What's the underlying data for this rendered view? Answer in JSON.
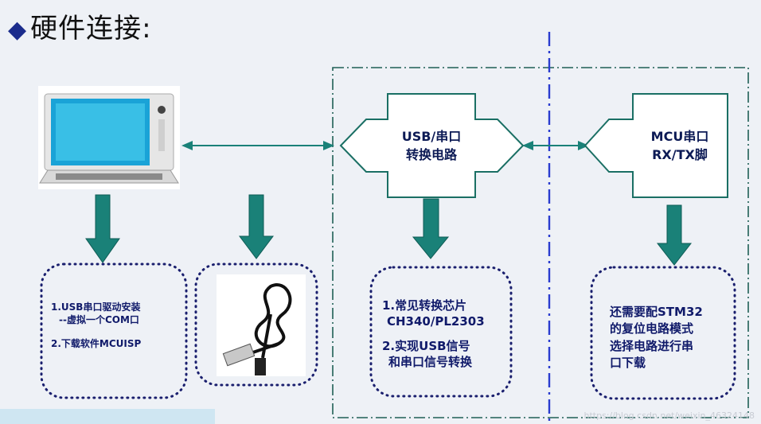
{
  "title": "硬件连接:",
  "title_bullet": "◆",
  "boxes": {
    "usb_bridge": [
      "USB/串口",
      "转换电路"
    ],
    "mcu": [
      "MCU串口",
      "RX/TX脚"
    ]
  },
  "notes": {
    "pc": [
      "1.USB串口驱动安装",
      "--虚拟一个COM口",
      "",
      "2.下载软件MCUISP"
    ],
    "bridge": [
      "1.常见转换芯片",
      "CH340/PL2303",
      "",
      "2.实现USB信号",
      "和串口信号转换"
    ],
    "mcu": [
      "还需要配STM32",
      "的复位电路模式",
      "选择电路进行串",
      "口下载"
    ]
  },
  "colors": {
    "arrow": "#1a8178",
    "dotted": "#1a1f6e",
    "dashdot": "#1f5f55",
    "divider": "#2a3ccf"
  },
  "watermark": "https://blog.csdn.net/weixin_46324148"
}
